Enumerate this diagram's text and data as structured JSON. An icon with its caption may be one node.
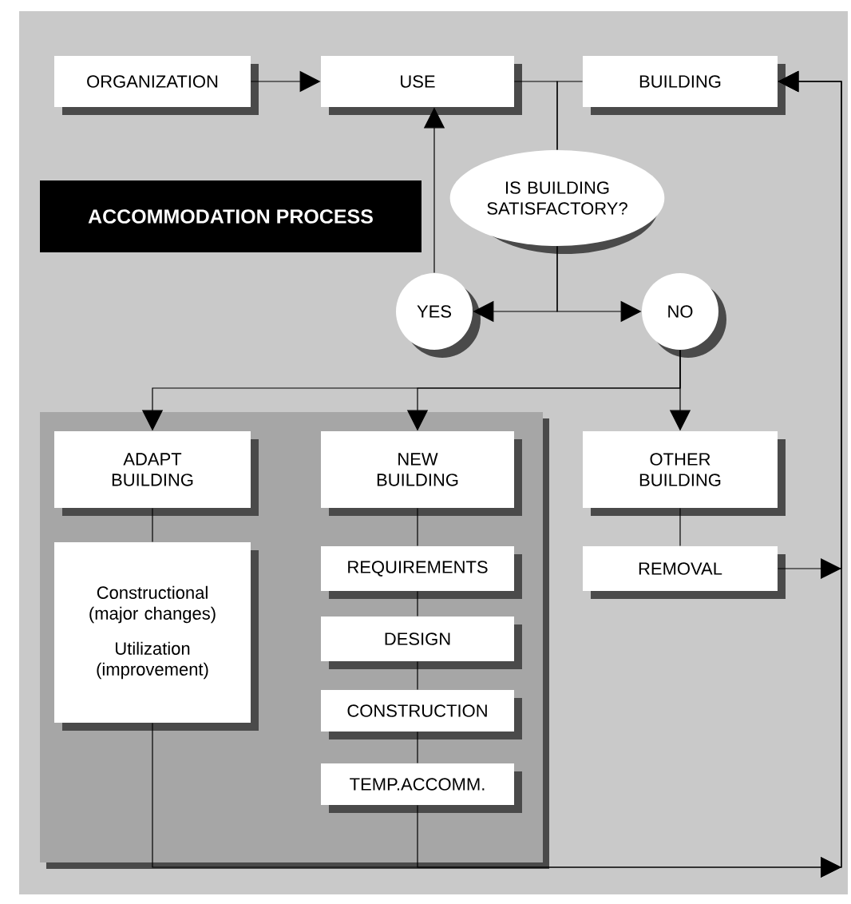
{
  "diagram": {
    "title": "ACCOMMODATION PROCESS",
    "nodes": [
      {
        "text": [
          "ORGANIZATION"
        ]
      },
      {
        "text": [
          "USE"
        ]
      },
      {
        "text": [
          "BUILDING"
        ]
      },
      {
        "text": [
          "IS BUILDING SATISFACTORY?"
        ]
      },
      {
        "text": [
          "YES"
        ]
      },
      {
        "text": [
          "NO"
        ]
      },
      {
        "text": [],
        "shape": "box"
      },
      {
        "text": [
          "ADAPT BUILDING"
        ],
        "in": 6
      },
      {
        "text": [
          "Constructional (major changes)",
          "Utilization (improvement)"
        ],
        "in": 6
      },
      {
        "text": [
          "NEW BUILDING"
        ],
        "in": 6
      },
      {
        "text": [
          "REQUIREMENTS"
        ],
        "in": 6
      },
      {
        "text": [
          "DESIGN"
        ],
        "in": 6
      },
      {
        "text": [
          "CONSTRUCTION"
        ],
        "in": 6
      },
      {
        "text": [
          "TEMP.ACCOMM."
        ],
        "in": 6
      },
      {
        "text": [
          "OTHER BUILDING"
        ]
      },
      {
        "text": [
          "REMOVAL"
        ]
      }
    ],
    "edges": [
      {
        "from": 0,
        "to": 1,
        "arrow": "to"
      },
      {
        "from": 1,
        "to": 3,
        "arrow": "none"
      },
      {
        "from": 2,
        "to": 3,
        "arrow": "none"
      },
      {
        "from": 3,
        "to": 4,
        "arrow": "to"
      },
      {
        "from": 3,
        "to": 5,
        "arrow": "to"
      },
      {
        "from": 4,
        "to": 1,
        "arrow": "to"
      },
      {
        "from": 5,
        "to": 7,
        "arrow": "to"
      },
      {
        "from": 5,
        "to": 9,
        "arrow": "to"
      },
      {
        "from": 5,
        "to": 14,
        "arrow": "to"
      },
      {
        "from": 7,
        "to": 8,
        "arrow": "none"
      },
      {
        "from": 9,
        "to": 10,
        "arrow": "none"
      },
      {
        "from": 10,
        "to": 11,
        "arrow": "none"
      },
      {
        "from": 11,
        "to": 12,
        "arrow": "none"
      },
      {
        "from": 12,
        "to": 13,
        "arrow": "none"
      },
      {
        "from": 14,
        "to": 15,
        "arrow": "none"
      },
      {
        "from": 15,
        "to": 2,
        "arrow": "to"
      },
      {
        "from": 8,
        "to": 2,
        "arrow": "to"
      },
      {
        "from": 13,
        "to": 2,
        "arrow": "to"
      }
    ]
  }
}
